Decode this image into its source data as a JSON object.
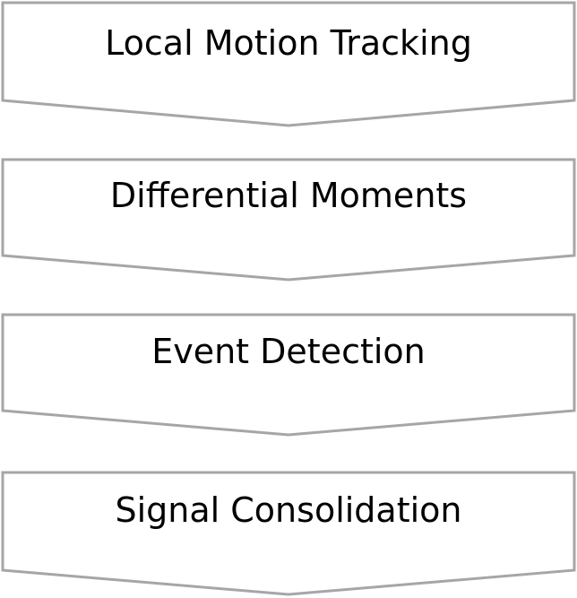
{
  "diagram": {
    "steps": [
      {
        "label": "Local Motion Tracking"
      },
      {
        "label": "Differential Moments"
      },
      {
        "label": "Event Detection"
      },
      {
        "label": "Signal Consolidation"
      }
    ],
    "colors": {
      "border": "#a6a6a6",
      "fill": "#ffffff",
      "text": "#000000"
    }
  }
}
